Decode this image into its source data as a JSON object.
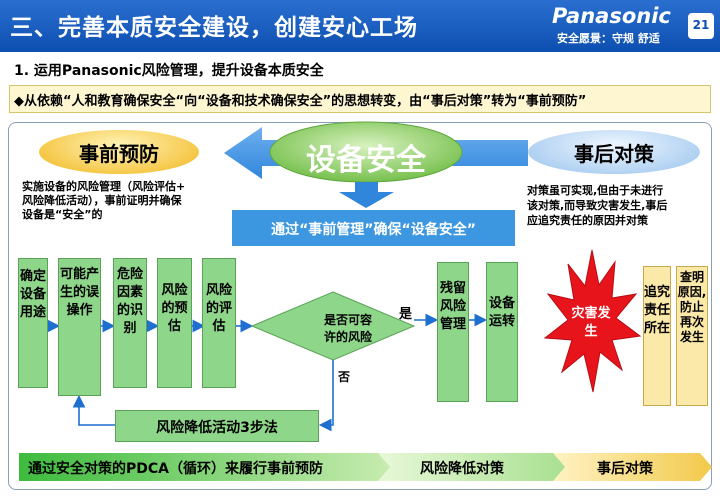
{
  "header": {
    "title": "三、完善本质安全建设，创建安心工场",
    "brand": "Panasonic",
    "slogan": "安全愿景：守规 舒适",
    "page_number": "21"
  },
  "subheading": "1. 运用Panasonic风险管理，提升设备本质安全",
  "banner": "◆从依赖“人和教育确保安全“向“设备和技术确保安全”的思想转变，由“事后对策”转为“事前预防”",
  "left": {
    "title": "事前预防",
    "description": [
      "实施设备的风险管理（风险评估+",
      "风险降低活动），事前证明并确保",
      "设备是“安全”的"
    ]
  },
  "center": {
    "title": "设备安全",
    "management": "通过“事前管理”确保“设备安全”"
  },
  "right": {
    "title": "事后对策",
    "description": [
      "对策虽可实现,但由于未进行",
      "该对策,而导致灾害发生,事后",
      "应追究责任的原因并对策"
    ]
  },
  "flow": {
    "steps": [
      "确定设备用途",
      "可能产生的误操作",
      "危险因素的识别",
      "风险的预估",
      "风险的评估"
    ],
    "decision": [
      "是否可容",
      "许的风险"
    ],
    "yes": "是",
    "no": "否",
    "residual": "残留风险管理",
    "operation": "设备运转",
    "reduction": "风险降低活动3步法",
    "accident": "灾害发生",
    "pursue": "追究责任所在",
    "investigate": "查明原因,防止再次发生"
  },
  "bottom_bar": {
    "segment1": "通过安全对策的PDCA（循环）来履行事前预防",
    "segment2": "风险降低对策",
    "segment3": "事后对策"
  },
  "colors": {
    "header_blue": "#0d4fb0",
    "step_green": "#8ed68a",
    "prevention_yellow": "#f4c23a",
    "aftermath_blue": "#a9cdf0",
    "accident_red": "#e8141c",
    "cream": "#fbe9a9"
  }
}
